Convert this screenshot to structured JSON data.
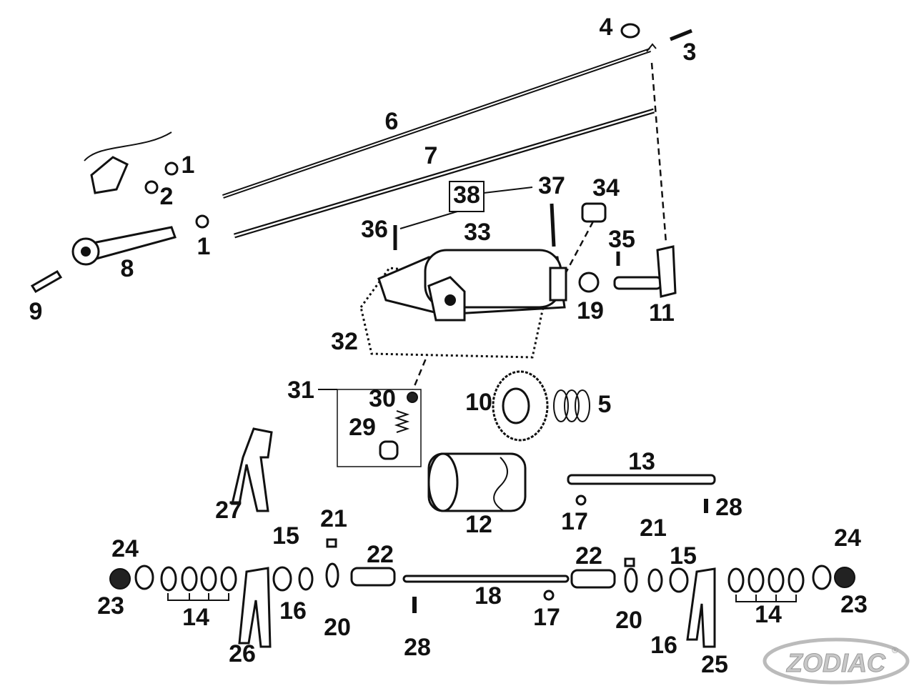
{
  "title": "Transmission shifter parts diagram",
  "labels": [
    "4",
    "3",
    "6",
    "7",
    "1",
    "2",
    "1",
    "38",
    "37",
    "34",
    "36",
    "33",
    "35",
    "8",
    "9",
    "19",
    "11",
    "32",
    "31",
    "30",
    "10",
    "5",
    "29",
    "13",
    "27",
    "28",
    "12",
    "17",
    "21",
    "21",
    "15",
    "24",
    "22",
    "22",
    "15",
    "24",
    "18",
    "23",
    "14",
    "16",
    "20",
    "17",
    "20",
    "14",
    "23",
    "16",
    "26",
    "28",
    "25"
  ],
  "logo": {
    "text": "ZODIAC",
    "mark": "®"
  }
}
